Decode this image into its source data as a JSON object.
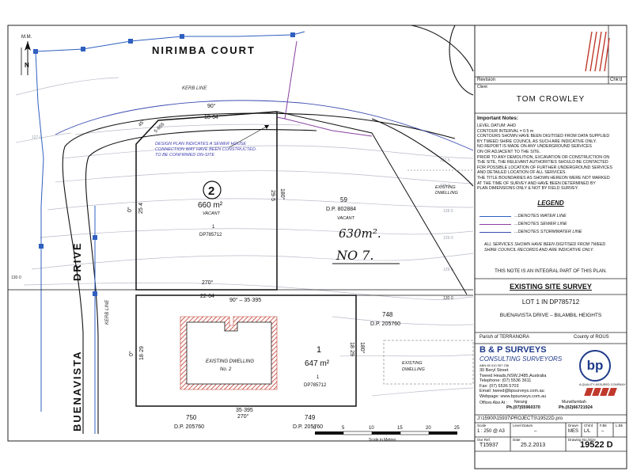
{
  "north": {
    "label": "M.M.",
    "letter": "N"
  },
  "streets": {
    "top": "NIRIMBA COURT",
    "left_a": "DRIVE",
    "left_b": "BUENAVISTA",
    "kerb_top": "KERB LINE",
    "kerb_left": "KERB LINE"
  },
  "design_note": [
    "DESIGN PLAN INDICATES A SEWER HOUSE",
    "CONNECTION WAY HAVE BEEN CONSTRUCTED.",
    "TO BE CONFIRMED ON-SITE"
  ],
  "lot2": {
    "number": "2",
    "area": "660 m²",
    "status": "VACANT",
    "lot_ref": "1",
    "dp": "DP785712",
    "bearing_top": "90°",
    "dist_top": "18·64",
    "bearing_diag": "45°",
    "dist_diag": "5·655",
    "bearing_left": "0°",
    "dist_left": "25·4",
    "bearing_right": "180°",
    "dist_right": "29·5",
    "bearing_bottom": "270°",
    "dist_bottom": "22·64"
  },
  "lot59": {
    "number": "59",
    "dp": "D.P. 802884",
    "status": "VACANT",
    "handwritten_area": "630m².",
    "handwritten_no": "NO 7."
  },
  "lot1": {
    "number": "1",
    "area": "647 m²",
    "lot_ref": "1",
    "dp": "DP785712",
    "dwelling": "EXISTING DWELLING",
    "dwelling_no": "No. 2",
    "bearing_top": "90° – 35·395",
    "bearing_left": "0°",
    "dist_left": "18·29",
    "bearing_right": "180°",
    "dist_right": "18·29",
    "bearing_bottom": "270°",
    "dist_bottom": "35·395"
  },
  "lot748": {
    "number": "748",
    "dp": "D.P. 205760"
  },
  "lot750": {
    "number": "750",
    "dp": "D.P. 205760"
  },
  "lot749": {
    "number": "749",
    "dp": "D.P. 205760"
  },
  "existing_dwelling_labels": [
    "EXISTING",
    "DWELLING"
  ],
  "contours": [
    "130·0",
    "130·0",
    "129·5",
    "129·0",
    "128·5",
    "128·0",
    "127·5",
    "127·0"
  ],
  "scale_bar": {
    "ticks": [
      "0",
      "5",
      "10",
      "15",
      "20",
      "25"
    ],
    "caption": "Scale in Metres"
  },
  "title_block": {
    "revision_label": "Revision",
    "chkd_label": "Chk'd",
    "client_label": "Client",
    "client_name": "TOM CROWLEY",
    "notes_title": "Important Notes:",
    "notes": [
      "LEVEL DATUM: AHD",
      "CONTOUR INTERVAL = 0.5 m",
      "CONTOURS SHOWN HAVE BEEN DIGITISED FROM DATA SUPPLIED",
      "BY TWEED SHIRE COUNCIL AS SUCH ARE INDICATIVE ONLY.",
      "NO REPORT IS MADE ON ANY UNDERGROUND SERVICES",
      "ON OR ADJACENT TO THE SITE.",
      "PRIOR TO ANY DEMOLITION, EXCAVATION OR CONSTRUCTION ON",
      "THE SITE, THE RELEVANT AUTHORITIES SHOULD BE CONTACTED",
      "FOR POSSIBLE LOCATION OF FURTHER UNDERGROUND SERVICES",
      "AND DETAILED LOCATION OF ALL SERVICES.",
      "THE TITLE BOUNDARIES AS SHOWN HEREON WERE NOT MARKED",
      "AT THE TIME OF SURVEY AND HAVE BEEN DETERMINED BY",
      "PLAN DIMENSIONS ONLY & NOT BY FIELD SURVEY."
    ],
    "legend_title": "LEGEND",
    "legend": [
      {
        "label": "...DENOTES WATER LINE",
        "color": "#2f5fbf"
      },
      {
        "label": "...DENOTES SEWER LINE",
        "color": "#8a3fa0"
      },
      {
        "label": "...DENOTES STORMWATER LINE",
        "color": "#3a4bb0"
      }
    ],
    "services_note": [
      "ALL SERVICES SHOWN HAVE BEEN DIGITISED FROM TWEED",
      "SHIRE COUNCIL RECORDS AND ARE INDICATIVE ONLY."
    ],
    "integral_note": "THIS NOTE IS AN INTEGRAL PART OF THIS PLAN.",
    "survey_title": "EXISTING SITE SURVEY",
    "lot_desc": "LOT 1 IN DP785712",
    "address": "BUENAVISTA DRIVE  –  BILAMBIL HEIGHTS",
    "parish": "Parish of TERRANORA",
    "county": "County of ROUS",
    "firm": "B & P SURVEYS",
    "firm_sub": "CONSULTING SURVEYORS",
    "abn": "ABN 65 010 057 236",
    "firm_addr": [
      "30 Beryl Street",
      "Tweed Heads,NSW,2485,Australia",
      "Telephone: (07)  5536 3611",
      "Fax:          (07)  5536 5703",
      "Email: tweed@bpsurveys.com.au",
      "Webpage: www.bpsurveys.com.au"
    ],
    "offices_label": "Offices Also At :",
    "office_a": "Nerang",
    "office_a_ph": "Ph.(07)55960370",
    "office_b": "Murwillumbah",
    "office_b_ph": "Ph.(02)66721924",
    "logo_letters": "bp",
    "quality_caption": "A QUALITY ASSURED COMPANY",
    "file_path": "J:\\15900\\15937\\PROJECTS\\19522D.pro",
    "hdr": [
      "Scale",
      "Level Datum",
      "Drawn",
      "Chk'd",
      "F.Bk",
      "L.Bk"
    ],
    "vals": [
      "1 : 250 @ A3",
      "–",
      "MES",
      "L/L",
      "–",
      ""
    ],
    "hdr2": [
      "Our Ref.",
      "Date",
      "Drawing No./Size"
    ],
    "vals2": [
      "T15937",
      "25.2.2013",
      "19522 D"
    ]
  }
}
